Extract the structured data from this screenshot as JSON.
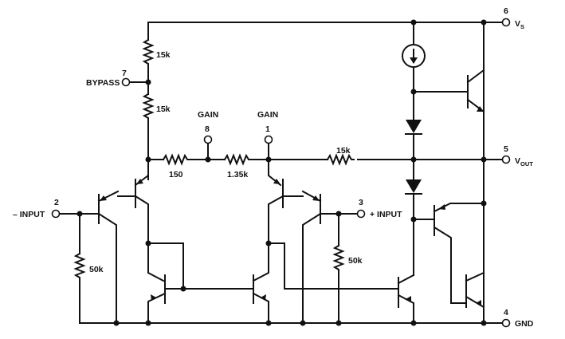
{
  "resistors": {
    "top": "15k",
    "mid": "15k",
    "r150": "150",
    "r135k": "1.35k",
    "feedback": "15k",
    "left50k": "50k",
    "right50k": "50k"
  },
  "pins": {
    "bypass": {
      "number": "7",
      "label": "BYPASS"
    },
    "gain8": {
      "number": "8",
      "label": "GAIN"
    },
    "gain1": {
      "number": "1",
      "label": "GAIN"
    },
    "minus_input": {
      "number": "2",
      "label": "– INPUT"
    },
    "plus_input": {
      "number": "3",
      "label": "+ INPUT"
    },
    "vs": {
      "number": "6",
      "label": "V",
      "sub": "S"
    },
    "vout": {
      "number": "5",
      "label": "V",
      "sub": "OUT"
    },
    "gnd": {
      "number": "4",
      "label": "GND"
    }
  }
}
